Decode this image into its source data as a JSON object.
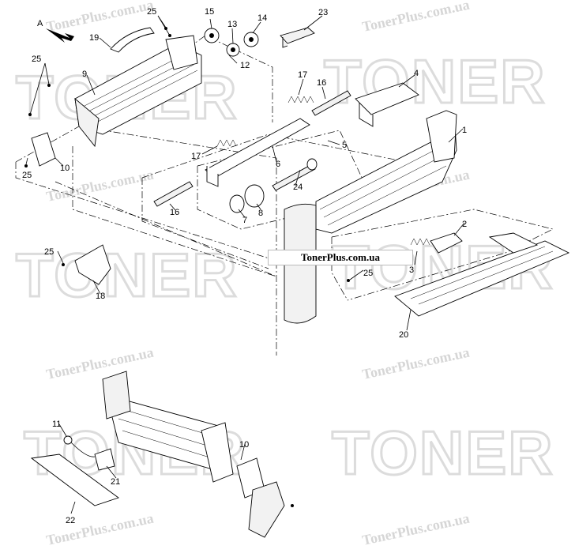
{
  "watermark": {
    "site": "TonerPlus.com.ua",
    "brand": "TONER"
  },
  "label_box": "TonerPlus.com.ua",
  "view_label": "A",
  "callouts": [
    "25",
    "25",
    "15",
    "13",
    "14",
    "23",
    "19",
    "12",
    "9",
    "17",
    "16",
    "4",
    "1",
    "5",
    "6",
    "17",
    "24",
    "8",
    "16",
    "7",
    "25",
    "10",
    "2",
    "3",
    "25",
    "25",
    "18",
    "20",
    "11",
    "10",
    "21",
    "22"
  ]
}
